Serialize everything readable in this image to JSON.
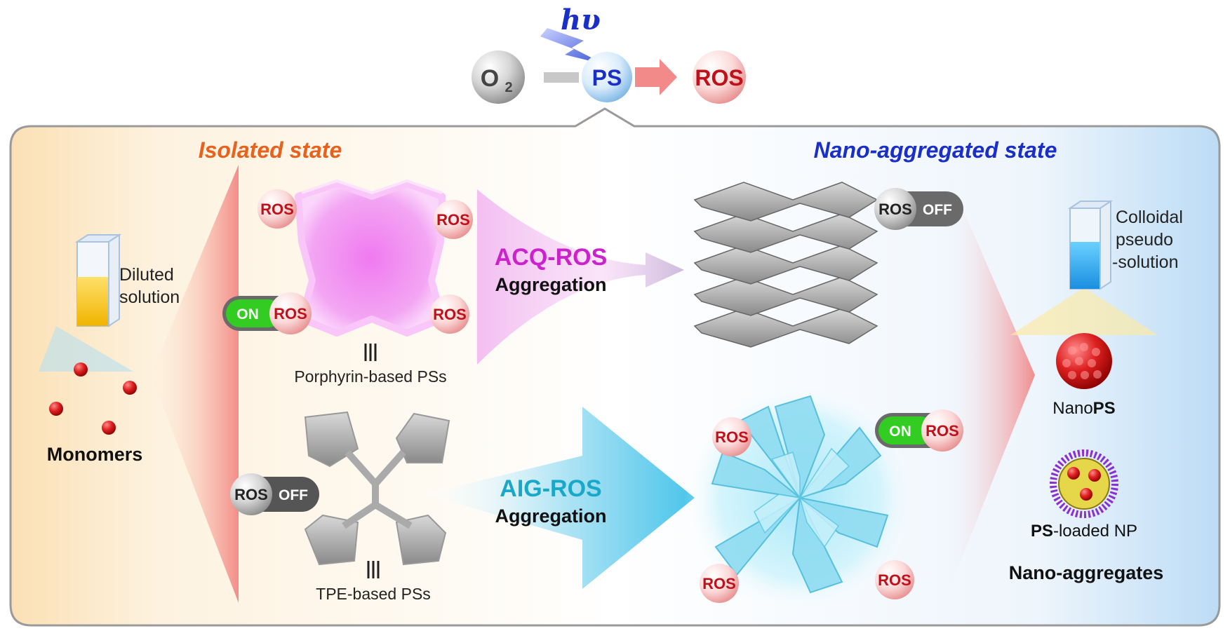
{
  "top": {
    "light_label": "hυ",
    "o2_main": "O",
    "o2_sub": "2",
    "ps_label": "PS",
    "ros_label": "ROS"
  },
  "panel": {
    "isolated_title": "Isolated state",
    "aggregated_title": "Nano-aggregated state"
  },
  "left": {
    "vial_label_line1": "Diluted",
    "vial_label_line2": "solution",
    "monomers_label": "Monomers"
  },
  "porphyrin": {
    "ros": "ROS",
    "on": "ON",
    "caption": "Porphyrin-based PSs"
  },
  "tpe": {
    "ros": "ROS",
    "off": "OFF",
    "caption": "TPE-based PSs"
  },
  "arrows": {
    "acq_title": "ACQ-ROS",
    "acq_sub": "Aggregation",
    "aig_title": "AIG-ROS",
    "aig_sub": "Aggregation"
  },
  "stack": {
    "ros": "ROS",
    "off": "OFF"
  },
  "flower": {
    "ros": "ROS",
    "on": "ON"
  },
  "right": {
    "vial_label_line1": "Colloidal",
    "vial_label_line2": "pseudo",
    "vial_label_line3": "-solution",
    "nanops_prefix": "Nano",
    "nanops_bold": "PS",
    "psnp_bold": "PS",
    "psnp_suffix": "-loaded NP",
    "aggregates_label": "Nano-aggregates"
  },
  "colors": {
    "isolated_title": "#e8621e",
    "aggregated_title": "#1a2ec8",
    "acq_title": "#cc22cc",
    "aig_title": "#1aa8c8",
    "ros_text": "#c0101a",
    "on_green": "#33cc22"
  }
}
